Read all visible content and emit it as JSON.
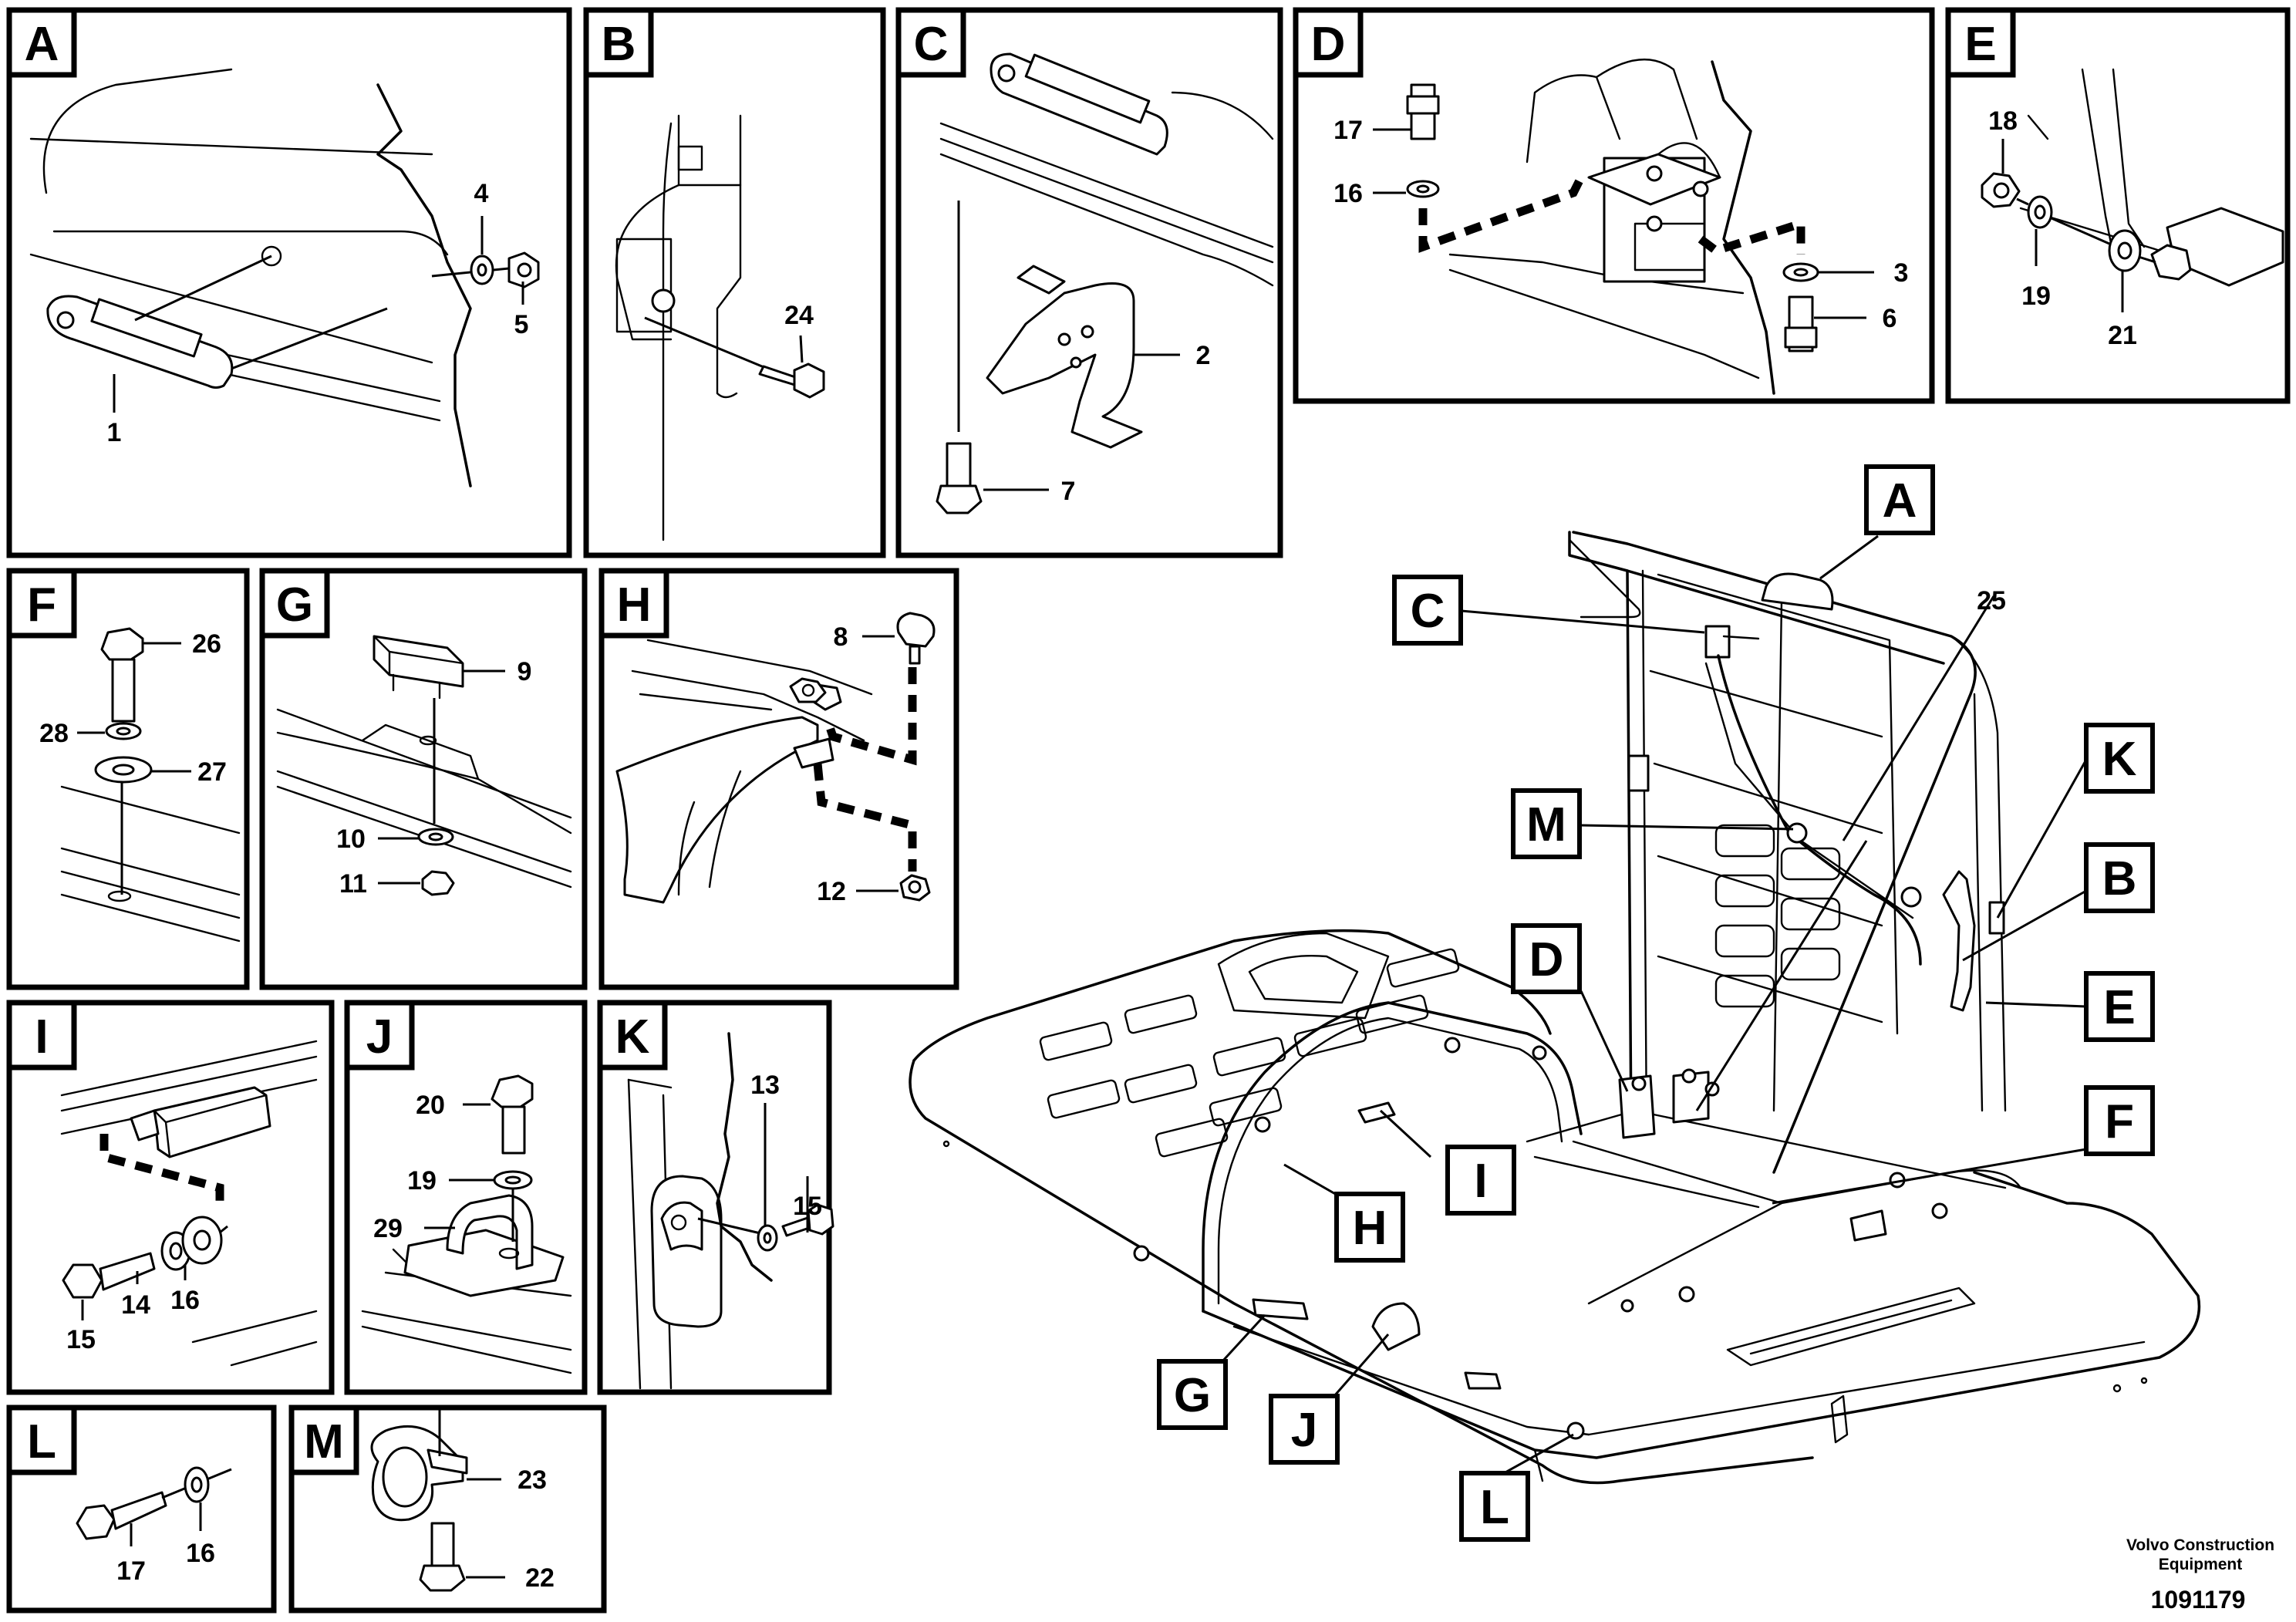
{
  "panels": [
    {
      "label": "A",
      "parts": [
        "4",
        "5",
        "1"
      ]
    },
    {
      "label": "B",
      "parts": [
        "24"
      ]
    },
    {
      "label": "C",
      "parts": [
        "2",
        "7"
      ]
    },
    {
      "label": "D",
      "parts": [
        "17",
        "16",
        "3",
        "6"
      ]
    },
    {
      "label": "E",
      "parts": [
        "18",
        "19",
        "21"
      ]
    },
    {
      "label": "F",
      "parts": [
        "26",
        "28",
        "27"
      ]
    },
    {
      "label": "G",
      "parts": [
        "9",
        "10",
        "11"
      ]
    },
    {
      "label": "H",
      "parts": [
        "8",
        "12"
      ]
    },
    {
      "label": "I",
      "parts": [
        "15",
        "14",
        "16"
      ]
    },
    {
      "label": "J",
      "parts": [
        "20",
        "19",
        "29"
      ]
    },
    {
      "label": "K",
      "parts": [
        "13",
        "15"
      ]
    },
    {
      "label": "L",
      "parts": [
        "17",
        "16"
      ]
    },
    {
      "label": "M",
      "parts": [
        "23",
        "22"
      ]
    }
  ],
  "overview": {
    "callouts": [
      "A",
      "C",
      "M",
      "K",
      "B",
      "E",
      "D",
      "F",
      "I",
      "H",
      "G",
      "J",
      "L"
    ],
    "part_number": "25"
  },
  "footer": {
    "brand_line1": "Volvo Construction",
    "brand_line2": "Equipment",
    "drawing_number": "1091179"
  }
}
